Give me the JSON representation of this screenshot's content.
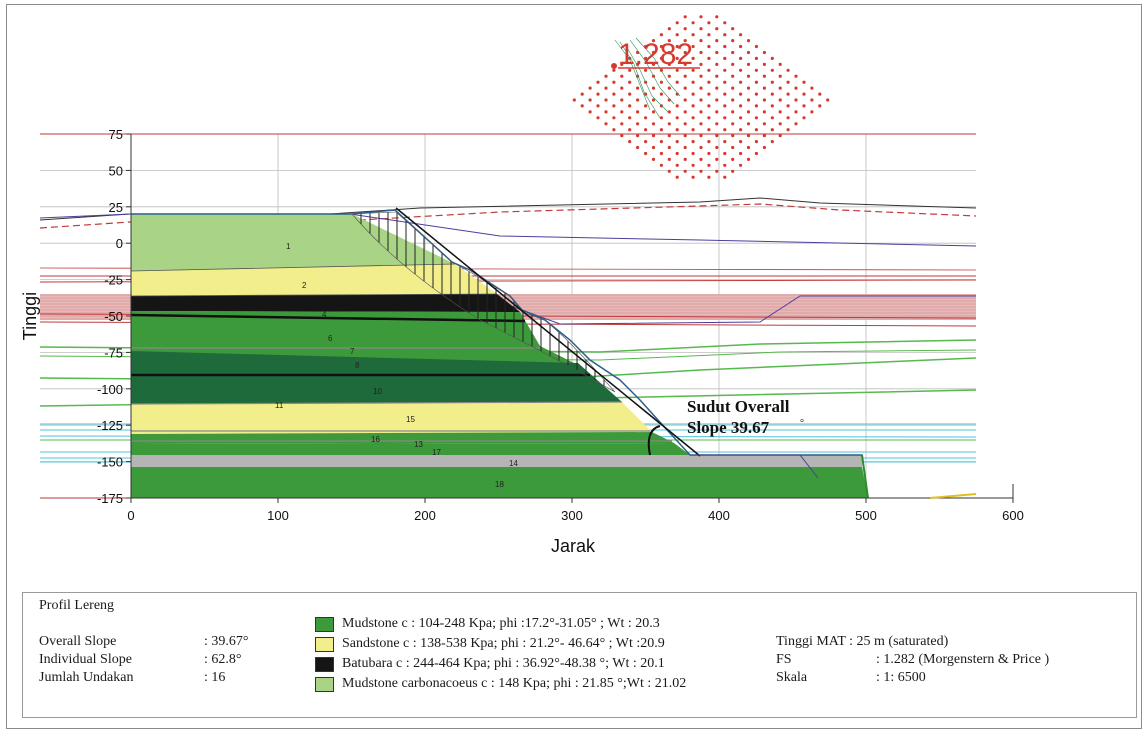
{
  "chart_data": {
    "type": "slope-stability-section",
    "xlabel": "Jarak",
    "ylabel": "Tinggi",
    "x_ticks": [
      "0",
      "100",
      "200",
      "300",
      "400",
      "500",
      "600"
    ],
    "y_ticks": [
      "75",
      "50",
      "25",
      "0",
      "-25",
      "-50",
      "-75",
      "-100",
      "-125",
      "-150",
      "-175"
    ],
    "xlim": [
      0,
      600
    ],
    "ylim": [
      -175,
      75
    ],
    "factor_of_safety": "1.282",
    "layer_labels": [
      "1",
      "2",
      "4",
      "6",
      "7",
      "8",
      "10",
      "11",
      "15",
      "16",
      "13",
      "17",
      "14",
      "18"
    ],
    "annotation": {
      "line1": "Sudut Overall",
      "line2": "Slope 39.67",
      "degree": "°"
    }
  },
  "legend": {
    "title": "Profil Lereng",
    "properties": [
      {
        "label": "Overall Slope",
        "value": ": 39.67°"
      },
      {
        "label": "Individual  Slope",
        "value": ": 62.8°"
      },
      {
        "label": "Jumlah Undakan",
        "value": ": 16"
      }
    ],
    "materials": [
      {
        "color": "#3d9a3a",
        "text": "Mudstone c : 104-248 Kpa; phi :17.2°-31.05° ; Wt : 20.3"
      },
      {
        "color": "#f2ee8c",
        "text": "Sandstone c : 138-538 Kpa; phi : 21.2°- 46.64° ; Wt :20.9"
      },
      {
        "color": "#151515",
        "text": "Batubara  c : 244-464 Kpa; phi : 36.92°-48.38 °; Wt : 20.1"
      },
      {
        "color": "#a9d486",
        "text": "Mudstone carbonacoeus c : 148 Kpa; phi : 21.85 °;Wt : 21.02"
      }
    ],
    "info": [
      {
        "label": "Tinggi MAT : 25 m (saturated)",
        "value": ""
      },
      {
        "label": "FS",
        "value": ": 1.282 (Morgenstern & Price )"
      },
      {
        "label": "Skala",
        "value": ": 1: 6500"
      }
    ]
  }
}
